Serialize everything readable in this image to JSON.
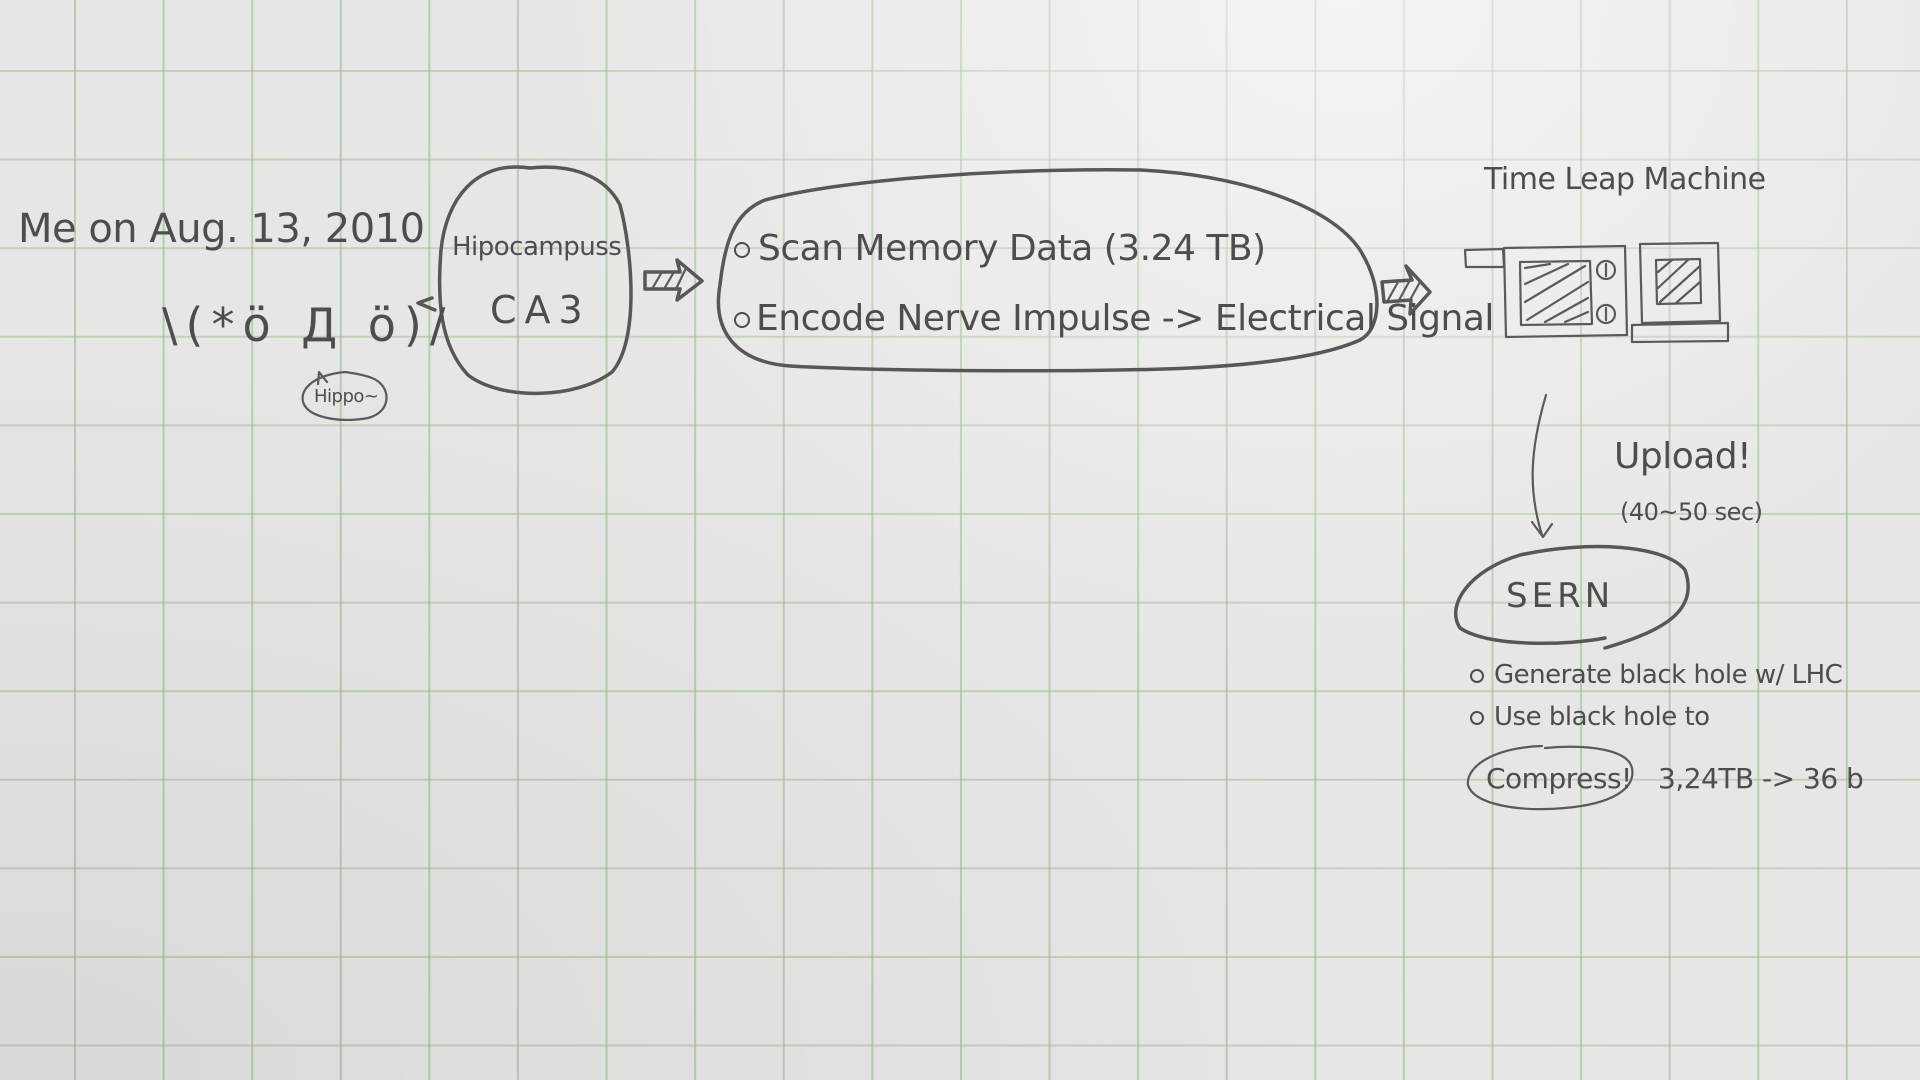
{
  "me": {
    "label": "Me on Aug. 13, 2010",
    "face": "\\(*ö Д ö)/",
    "bubble": "Hippo~"
  },
  "hippocampus": {
    "title": "Hipocampuss",
    "region": "CA3"
  },
  "process": {
    "steps": [
      "Scan Memory Data (3.24 TB)",
      "Encode Nerve Impulse -> Electrical Signal"
    ]
  },
  "machine": {
    "title": "Time Leap Machine",
    "icon": "microwave-and-monitor-icon"
  },
  "upload": {
    "label": "Upload!",
    "duration": "(40~50 sec)"
  },
  "sern": {
    "title": "SERN",
    "items": [
      "Generate black hole w/ LHC",
      "Use black hole to"
    ],
    "compress_label": "Compress!",
    "compress_result": "3,24TB -> 36 b"
  },
  "colors": {
    "paper": "#e6e6e4",
    "grid": "#96b48c",
    "ink": "#4d4d4d"
  }
}
